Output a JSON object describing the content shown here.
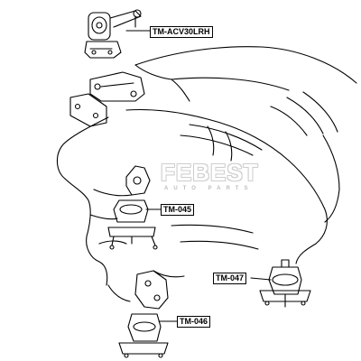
{
  "diagram": {
    "parts": [
      {
        "label": "TM-ACV30LRH"
      },
      {
        "label": "TM-045"
      },
      {
        "label": "TM-047"
      },
      {
        "label": "TM-046"
      }
    ],
    "watermark": {
      "main": "FEBEST",
      "sub": "AUTO PARTS"
    },
    "colors": {
      "line": "#000000",
      "watermark": "#c8c8c8",
      "background": "#ffffff"
    }
  }
}
